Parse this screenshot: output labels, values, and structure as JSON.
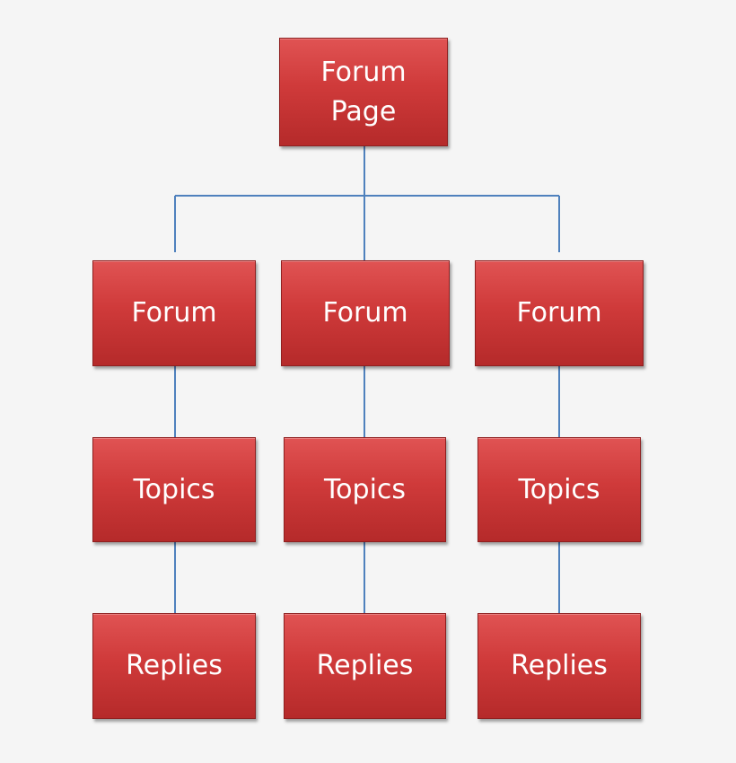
{
  "diagram": {
    "line_color": "#4f81bd",
    "box_color": "#c0392b",
    "root": {
      "label": "Forum\nPage"
    },
    "columns": [
      {
        "forum": "Forum",
        "topics": "Topics",
        "replies": "Replies"
      },
      {
        "forum": "Forum",
        "topics": "Topics",
        "replies": "Replies"
      },
      {
        "forum": "Forum",
        "topics": "Topics",
        "replies": "Replies"
      }
    ]
  }
}
